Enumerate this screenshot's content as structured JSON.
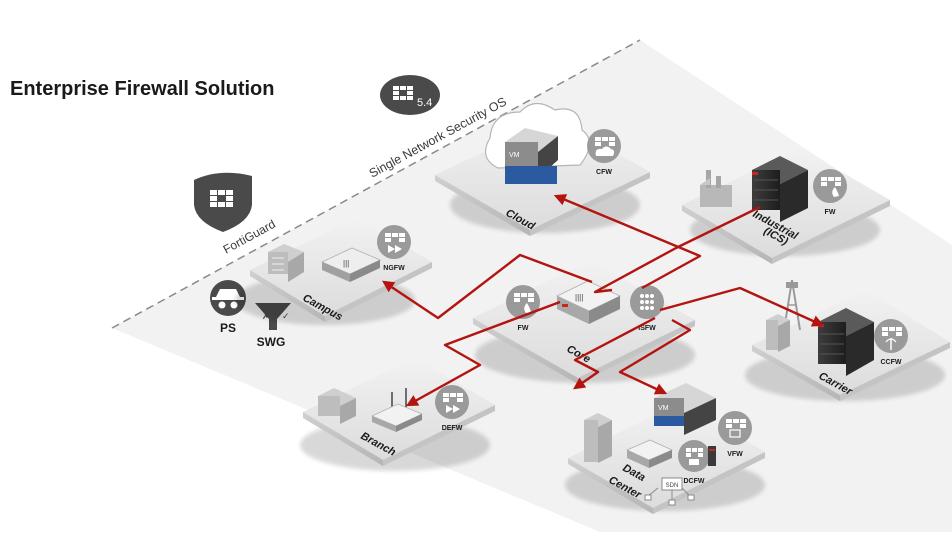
{
  "title": "Enterprise Firewall Solution",
  "os_banner": {
    "label": "Single Network Security OS",
    "version": "5.4"
  },
  "fortiguard": {
    "label": "FortiGuard"
  },
  "services": [
    {
      "label": "PS",
      "icon": "spy-icon"
    },
    {
      "label": "SWG",
      "icon": "funnel-icon"
    }
  ],
  "sites": {
    "cloud": {
      "label": "Cloud",
      "badge": "CFW"
    },
    "industrial": {
      "label_1": "Industrial",
      "label_2": "(ICS)",
      "badge": "FW"
    },
    "campus": {
      "label": "Campus",
      "badge": "NGFW"
    },
    "core": {
      "label": "Core",
      "badge_left": "FW",
      "badge_right": "ISFW"
    },
    "carrier": {
      "label": "Carrier",
      "badge": "CCFW"
    },
    "branch": {
      "label": "Branch",
      "badge": "DEFW"
    },
    "datacenter": {
      "label_1": "Data",
      "label_2": "Center",
      "badge_left": "DCFW",
      "badge_right": "VFW",
      "sdn": "SDN"
    }
  },
  "device_text": {
    "vm": "VM"
  },
  "colors": {
    "link": "#b3140f",
    "tile": "#e9e9e9",
    "zone": "#efefef",
    "badge": "#9a9a9a",
    "accent": "#c5281c"
  }
}
